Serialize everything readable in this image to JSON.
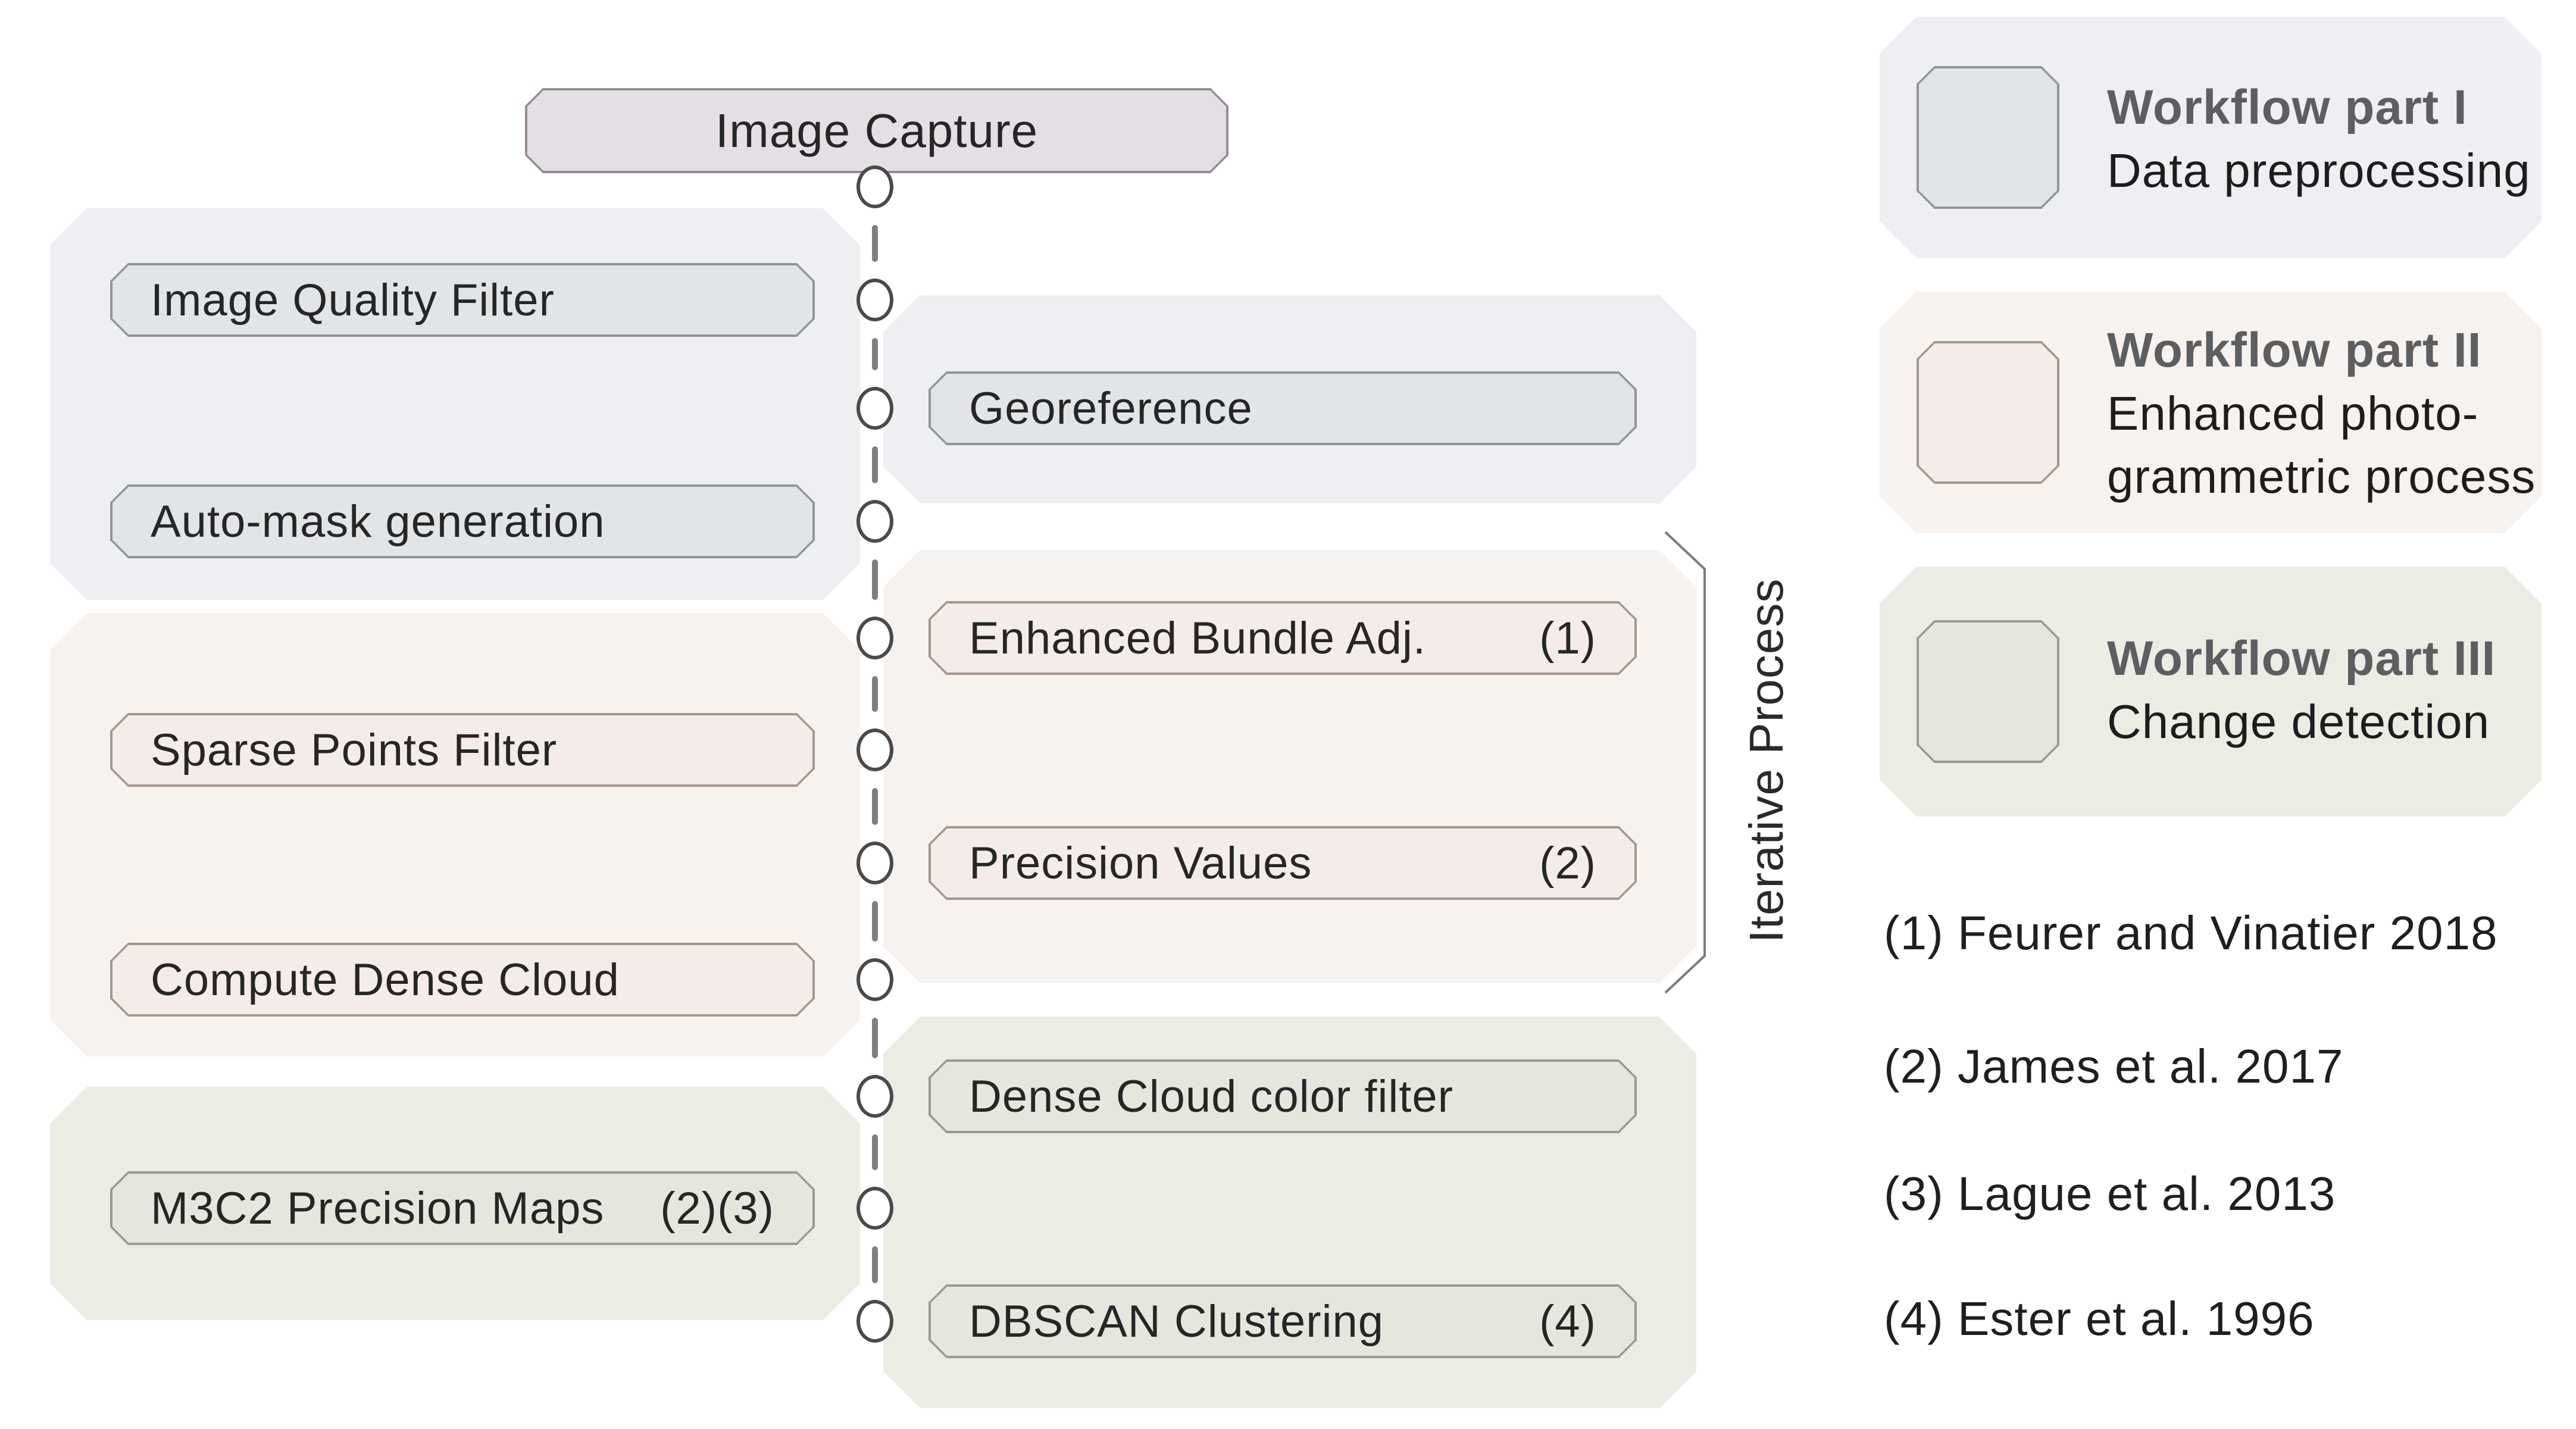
{
  "root_box": {
    "label": "Image Capture"
  },
  "steps": [
    {
      "label": "Image Quality Filter",
      "ref": "",
      "side": "left",
      "part": "I"
    },
    {
      "label": "Georeference",
      "ref": "",
      "side": "right",
      "part": "I"
    },
    {
      "label": "Auto-mask generation",
      "ref": "",
      "side": "left",
      "part": "I"
    },
    {
      "label": "Enhanced Bundle Adj.",
      "ref": "(1)",
      "side": "right",
      "part": "II"
    },
    {
      "label": "Sparse Points Filter",
      "ref": "",
      "side": "left",
      "part": "II"
    },
    {
      "label": "Precision Values",
      "ref": "(2)",
      "side": "right",
      "part": "II"
    },
    {
      "label": "Compute Dense Cloud",
      "ref": "",
      "side": "left",
      "part": "II"
    },
    {
      "label": "Dense Cloud color filter",
      "ref": "",
      "side": "right",
      "part": "III"
    },
    {
      "label": "M3C2 Precision Maps",
      "ref": "(2)(3)",
      "side": "left",
      "part": "III"
    },
    {
      "label": "DBSCAN Clustering",
      "ref": "(4)",
      "side": "right",
      "part": "III"
    }
  ],
  "iterative_label": "Iterative Process",
  "legend": {
    "items": [
      {
        "title": "Workflow part I",
        "line1": "Data preprocessing",
        "line2": ""
      },
      {
        "title": "Workflow part II",
        "line1": "Enhanced photo-",
        "line2": "grammetric process"
      },
      {
        "title": "Workflow part III",
        "line1": "Change detection",
        "line2": ""
      }
    ]
  },
  "references": [
    "(1) Feurer and Vinatier 2018",
    "(2) James et al. 2017",
    "(3) Lague et al. 2013",
    "(4) Ester et al. 1996"
  ],
  "colors": {
    "part1_panel": "#edeff2",
    "part1_box": "#e2e5e8",
    "part1_border": "#8f969c",
    "part2_panel": "#f8f2ef",
    "part2_box": "#f4ece8",
    "part2_border": "#a39790",
    "part3_panel": "#ebede5",
    "part3_box": "#e5e7de",
    "part3_border": "#989b8f",
    "root_box_fill": "#e5dfe5",
    "root_box_border": "#948c94",
    "timeline_line": "#7f7f7f",
    "node_border": "#4a4a4a",
    "legend_title_text": "#5d5e60",
    "body_text": "#1f1f1f"
  },
  "timeline": {
    "node_count": 11
  }
}
